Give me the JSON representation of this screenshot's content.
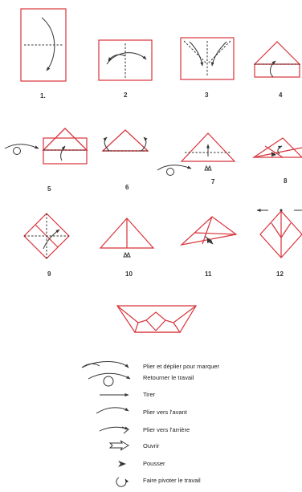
{
  "steps": [
    "1.",
    "2",
    "3",
    "4",
    "5",
    "6",
    "7",
    "8",
    "9",
    "10",
    "11",
    "12"
  ],
  "legend": [
    {
      "icon": "fold-unfold-arrow-icon",
      "label": "Plier et déplier pour marquer"
    },
    {
      "icon": "turn-over-icon",
      "label": "Retourner le travail"
    },
    {
      "icon": "pull-arrow-icon",
      "label": "Tirer"
    },
    {
      "icon": "fold-forward-arrow-icon",
      "label": "Plier vers l'avant"
    },
    {
      "icon": "fold-backward-arrow-icon",
      "label": "Plier vers l'arrière"
    },
    {
      "icon": "open-arrow-icon",
      "label": "Ouvrir"
    },
    {
      "icon": "push-arrowhead-icon",
      "label": "Pousser"
    },
    {
      "icon": "rotate-icon",
      "label": "Faire pivoter le travail"
    }
  ],
  "colors": {
    "paper_edge": "#d8333a",
    "lines": "#333333"
  }
}
